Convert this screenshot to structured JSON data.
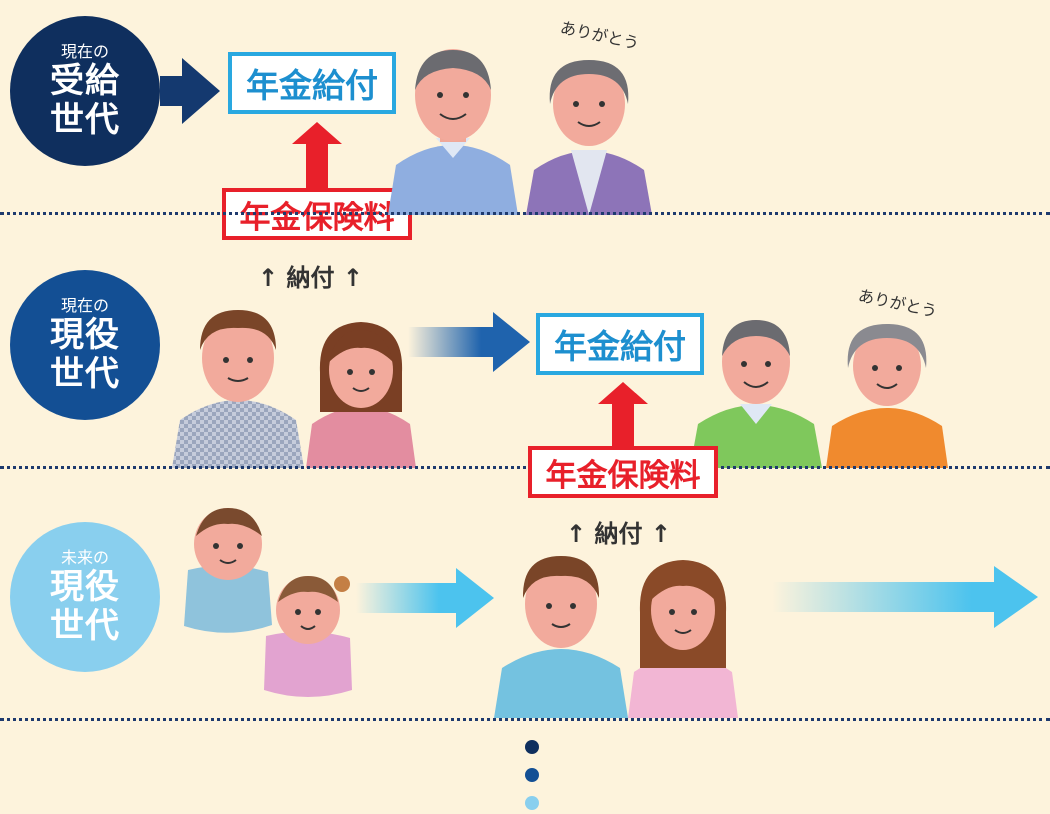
{
  "generations": [
    {
      "prefix": "現在の",
      "line1": "受給",
      "line2": "世代",
      "color": "#0f2f5e"
    },
    {
      "prefix": "現在の",
      "line1": "現役",
      "line2": "世代",
      "color": "#134f94"
    },
    {
      "prefix": "未来の",
      "line1": "現役",
      "line2": "世代",
      "color": "#89cfee"
    }
  ],
  "benefit_label": "年金給付",
  "premium_label": "年金保険料",
  "payment_label": "↑ 納付 ↑",
  "thanks_label": "ありがとう",
  "colors": {
    "background": "#fdf3dc",
    "benefit_border": "#29a8e0",
    "premium_border": "#e8202a",
    "arrow_red": "#e8202a",
    "arrow_dark_blue": "#14396f",
    "arrow_mid_blue": "#1f63ad",
    "arrow_light_blue": "#4cc3ee"
  }
}
